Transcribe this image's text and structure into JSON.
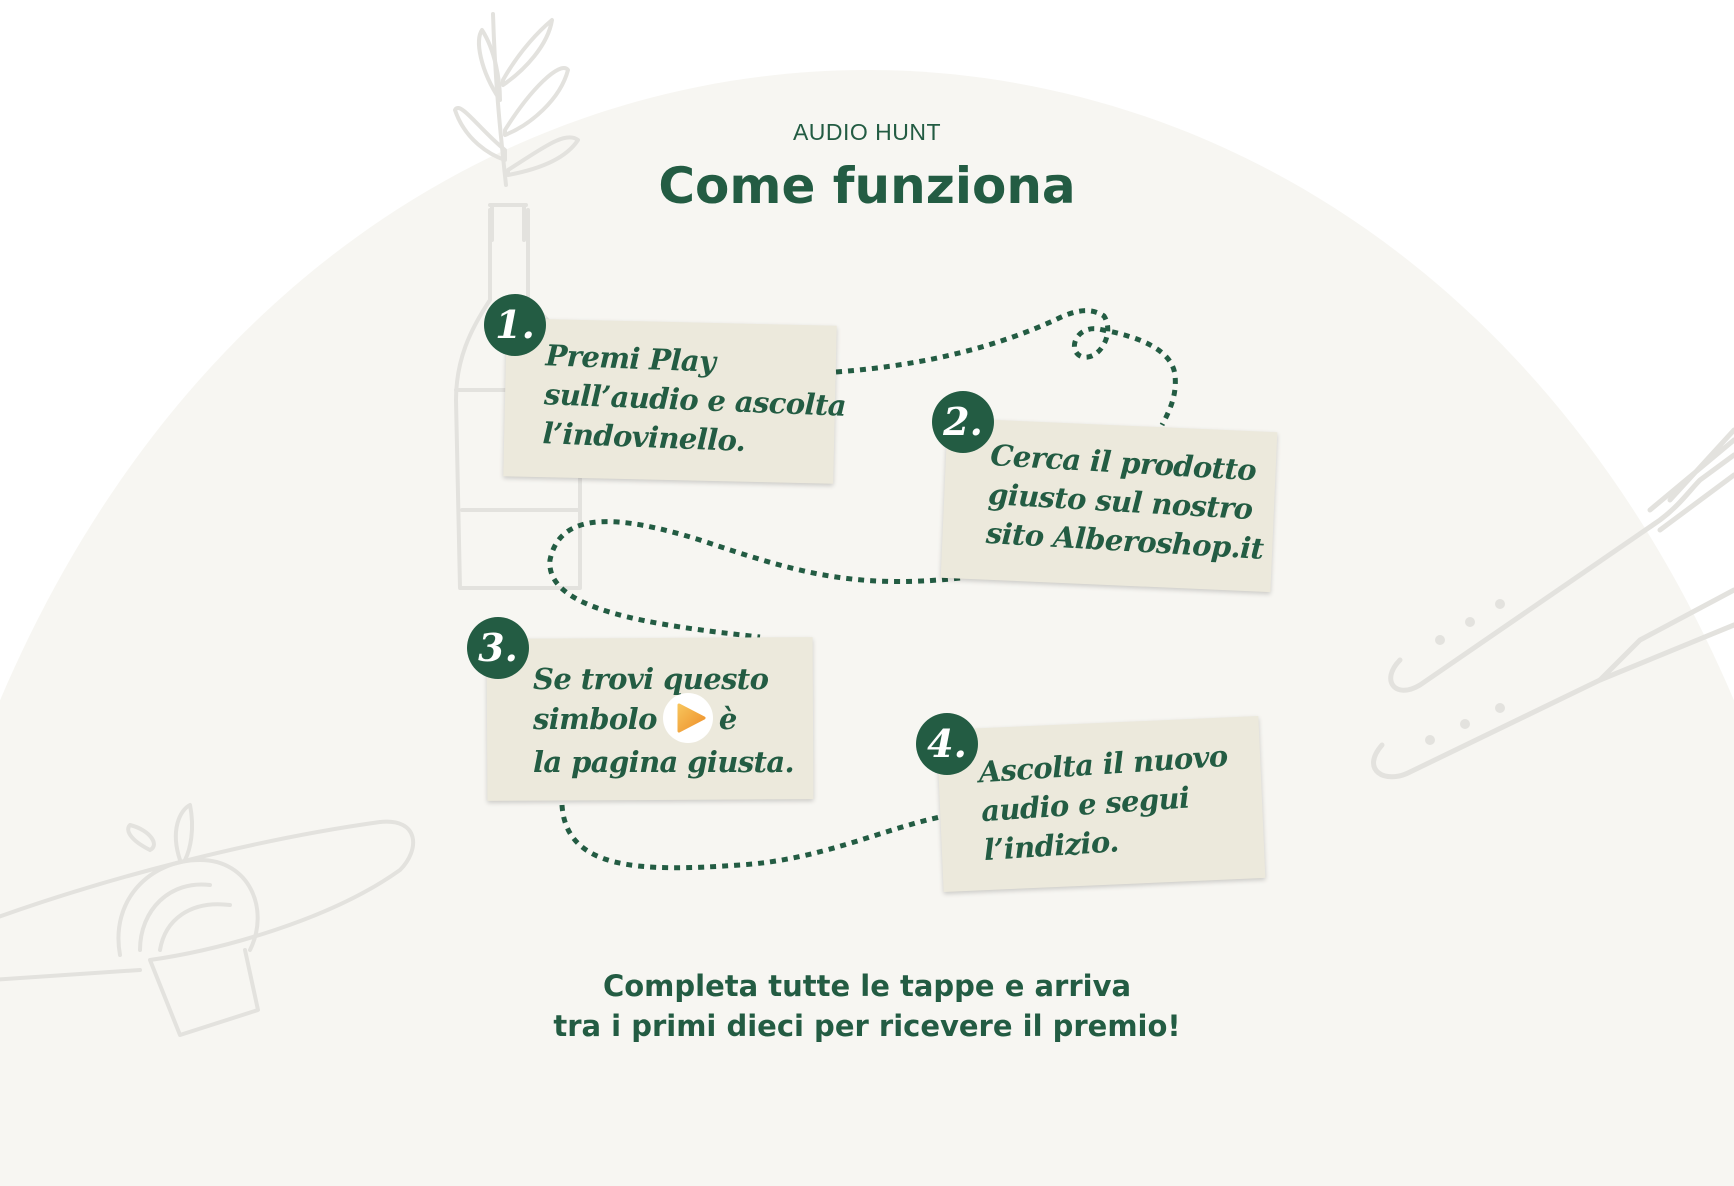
{
  "header": {
    "eyebrow": "AUDIO HUNT",
    "title": "Come funziona"
  },
  "steps": [
    {
      "number": "1.",
      "lines": [
        "Premi Play",
        "sull’audio e ascolta",
        "l’indovinello."
      ]
    },
    {
      "number": "2.",
      "lines": [
        "Cerca il prodotto",
        "giusto sul nostro",
        "sito Alberoshop.it"
      ]
    },
    {
      "number": "3.",
      "line1": "Se trovi questo",
      "line2_before": "simbolo",
      "line2_after": "è",
      "line3": "la pagina giusta.",
      "symbol_icon": "orange-play-icon"
    },
    {
      "number": "4.",
      "lines": [
        "Ascolta il nuovo",
        "audio e segui",
        "l’indizio."
      ]
    }
  ],
  "footer": {
    "line1": "Completa tutte le tappe e arriva",
    "line2": "tra i primi dieci per ricevere il premio!"
  },
  "colors": {
    "brand_green": "#235c43",
    "paper": "#ece9dc",
    "background_arc": "#f7f6f2",
    "doodle": "#e3e2de",
    "play_orange": "#f2a93b"
  },
  "decorations": [
    "wine-bottle-with-olive-branch",
    "fork-and-knife",
    "plate-of-spaghetti"
  ]
}
